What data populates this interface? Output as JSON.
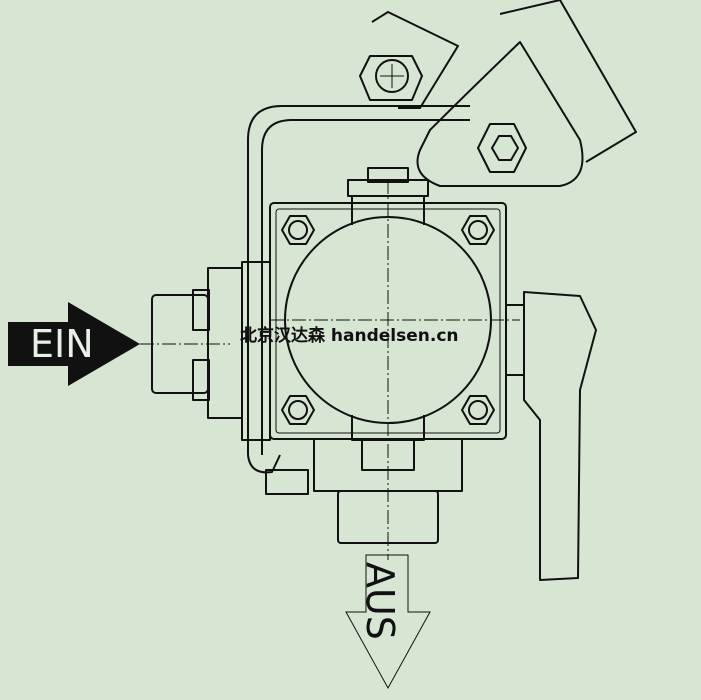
{
  "labels": {
    "inlet": "EIN",
    "outlet": "AUS"
  },
  "watermark": "北京汉达森 handelsen.cn",
  "colors": {
    "background": "#d6e6d3",
    "arrow_fill": "#111111",
    "line": "#111111"
  }
}
